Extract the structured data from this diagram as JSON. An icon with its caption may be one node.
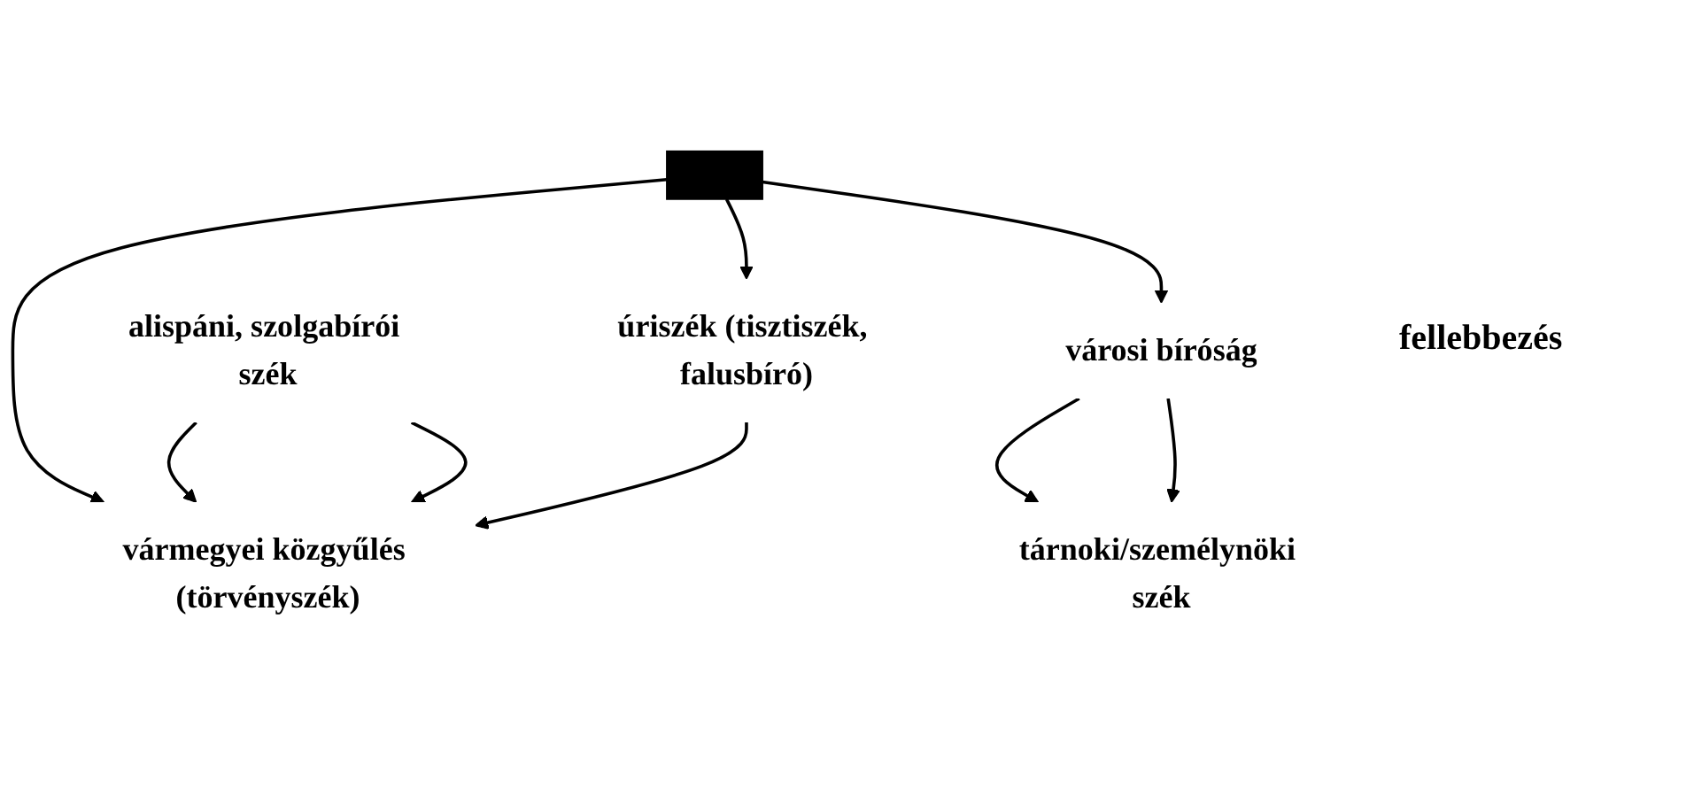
{
  "diagram": {
    "nodes": [
      {
        "text": [],
        "shape": "bar"
      },
      {
        "text": [
          "vármegyei közgyűlés (törvényszék)"
        ]
      },
      {
        "text": [
          "városi bíróság"
        ]
      },
      {
        "text": [
          "tárnoki/személynöki szék"
        ]
      },
      {
        "text": [
          "alispáni, szolgabírói szék"
        ]
      },
      {
        "text": [
          "úriszék (tisztiszék, falusbíró)"
        ]
      }
    ],
    "edges": [
      {
        "from": 0,
        "to": 1,
        "arrow": "to"
      },
      {
        "from": 0,
        "to": 5,
        "arrow": "to"
      },
      {
        "from": 0,
        "to": 2,
        "arrow": "to"
      },
      {
        "from": 2,
        "to": 3,
        "arrow": "to"
      },
      {
        "from": 2,
        "to": 3,
        "arrow": "to"
      },
      {
        "from": 4,
        "to": 1,
        "arrow": "to"
      },
      {
        "from": 4,
        "to": 1,
        "arrow": "to"
      },
      {
        "from": 5,
        "to": 1,
        "arrow": "to"
      }
    ],
    "labels": [
      "fellebbezés"
    ]
  }
}
